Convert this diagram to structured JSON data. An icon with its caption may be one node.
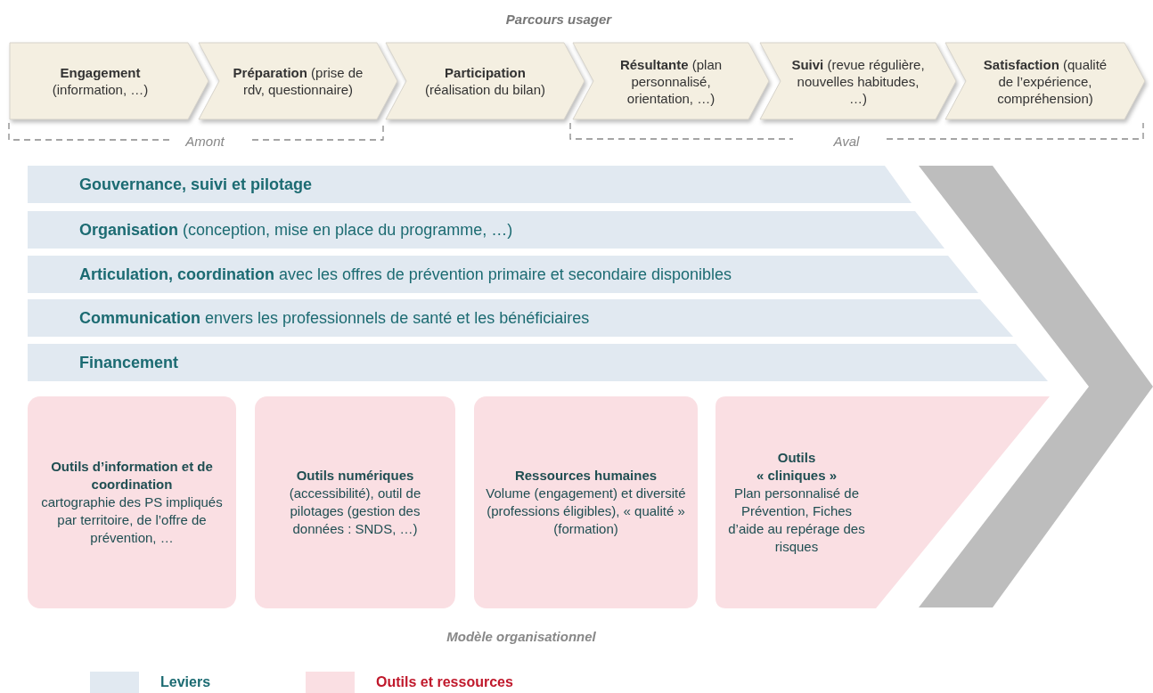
{
  "diagram": {
    "title": "Parcours usager",
    "nodes": [
      {
        "text": [
          "**Engagement** (information, …)"
        ]
      },
      {
        "text": [
          "**Préparation** (prise de rdv, questionnaire)"
        ]
      },
      {
        "text": [
          "**Participation** (réalisation du bilan)"
        ]
      },
      {
        "text": [
          "**Résultante** (plan personnalisé, orientation, …)"
        ]
      },
      {
        "text": [
          "**Suivi** (revue régulière, nouvelles habitudes, …)"
        ]
      },
      {
        "text": [
          "**Satisfaction** (qualité de l’expérience, compréhension)"
        ]
      },
      {
        "text": [
          "Gouvernance, suivi et pilotage"
        ]
      },
      {
        "text": [
          "**Organisation** (conception, mise en place du programme, …)"
        ]
      },
      {
        "text": [
          "**Articulation, coordination** avec les offres de prévention primaire et secondaire disponibles"
        ]
      },
      {
        "text": [
          "**Communication** envers les professionnels de santé et les bénéficiaires"
        ]
      },
      {
        "text": [
          "Financement"
        ]
      },
      {
        "text": [
          "Outils d’information et de coordination",
          "cartographie des PS impliqués par territoire, de l’offre de prévention, …"
        ]
      },
      {
        "text": [
          "**Outils numériques** (accessibilité), outil de pilotages (gestion des données : SNDS, …)"
        ]
      },
      {
        "text": [
          "Ressources humaines",
          "Volume (engagement) et diversité (professions éligibles), « qualité » (formation)"
        ]
      },
      {
        "text": [
          "Outils « cliniques »",
          "Plan personnalisé de Prévention, Fiches d’aide au repérage des risques"
        ]
      }
    ],
    "labels": [
      "Amont",
      "Aval",
      "Modèle organisationnel"
    ],
    "legend": [
      {
        "text": "Leviers",
        "color": "#e1e9f1"
      },
      {
        "text": "Outils et ressources",
        "color": "#fadfe3"
      }
    ]
  }
}
